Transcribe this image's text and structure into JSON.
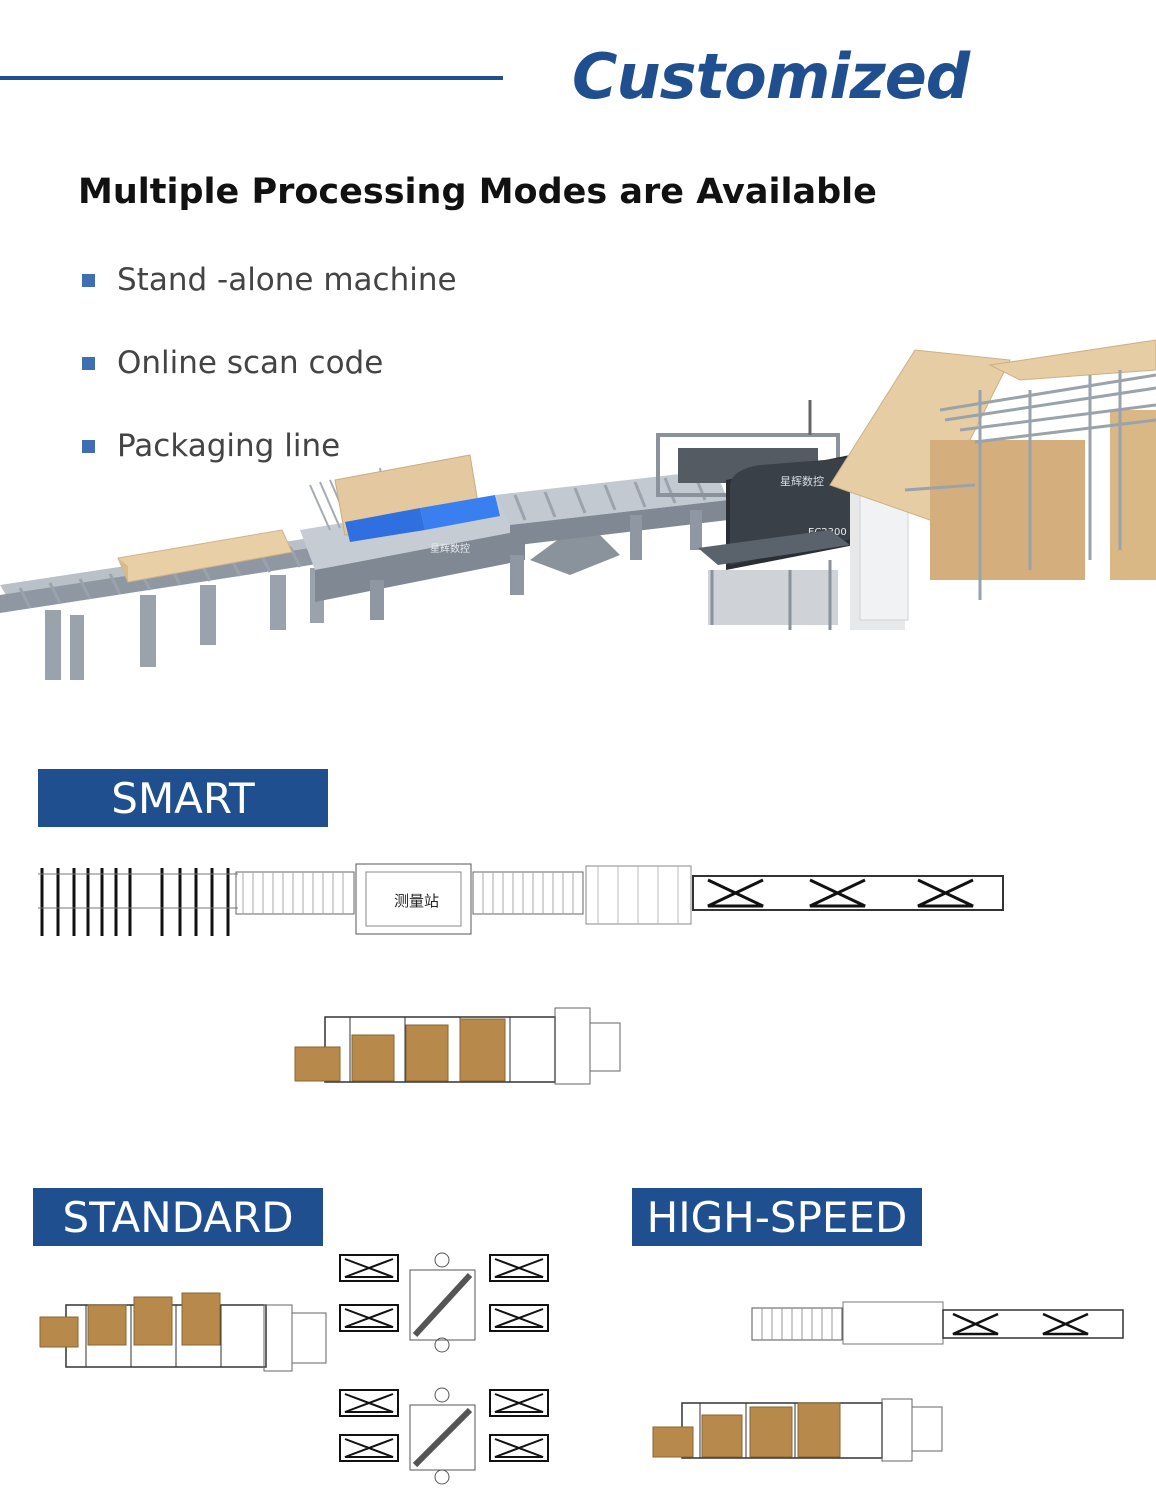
{
  "header": {
    "title": "Customized"
  },
  "modes_section": {
    "title": "Multiple Processing Modes are Available",
    "items": [
      {
        "label": "Stand -alone machine"
      },
      {
        "label": "Online scan code"
      },
      {
        "label": "Packaging line"
      }
    ]
  },
  "machine": {
    "brand_label": "星辉数控",
    "model_label": "EC2300"
  },
  "layouts": {
    "smart": {
      "label": "SMART",
      "station_label": "测量站"
    },
    "standard": {
      "label": "STANDARD"
    },
    "high_speed": {
      "label": "HIGH-SPEED"
    }
  },
  "colors": {
    "brand_blue": "#1f4f8f",
    "bullet_blue": "#3f6fb0",
    "carton_brown": "#b78a4b",
    "wood": "#e4c9a0"
  }
}
